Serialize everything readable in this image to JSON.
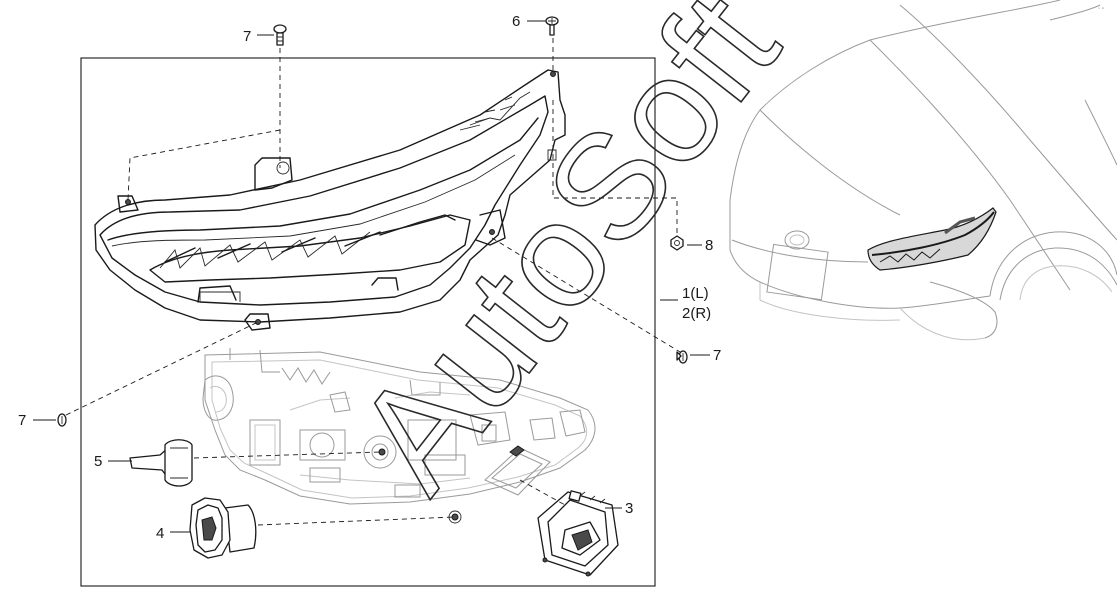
{
  "watermark": "AutoSoft",
  "callouts": [
    {
      "id": "assembly",
      "label": "1(L)",
      "label2": "2(R)"
    },
    {
      "id": "ballast",
      "label": "3"
    },
    {
      "id": "bulb-cover",
      "label": "4"
    },
    {
      "id": "bulb-socket",
      "label": "5"
    },
    {
      "id": "upper-screw",
      "label": "6"
    },
    {
      "id": "top-bolt",
      "label": "7"
    },
    {
      "id": "right-bolt",
      "label": "7"
    },
    {
      "id": "left-bolt",
      "label": "7"
    },
    {
      "id": "nut",
      "label": "8"
    }
  ],
  "colors": {
    "line": "#1a1a1a",
    "ghost": "#9a9a9a",
    "background": "#ffffff"
  }
}
